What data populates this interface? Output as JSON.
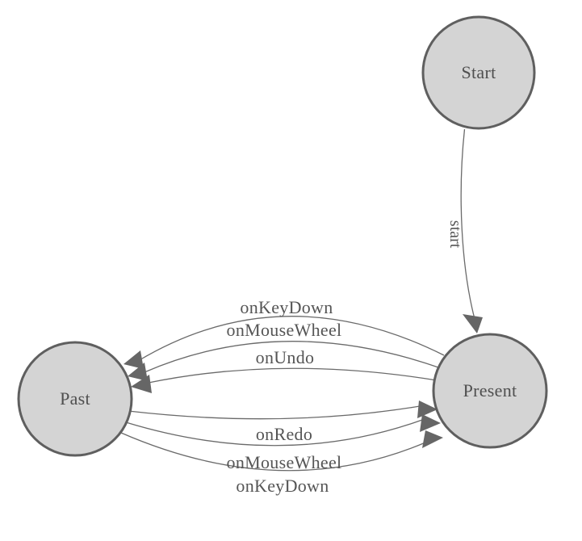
{
  "diagram": {
    "type": "state-machine",
    "background_color": "#ffffff",
    "colors": {
      "node_fill": "#d4d4d4",
      "node_border": "#5f5f5f",
      "edge_stroke": "#6a6a6a",
      "arrowhead_fill": "#666666",
      "label_text": "#555555"
    },
    "nodes": [
      {
        "id": "start",
        "label": "Start"
      },
      {
        "id": "present",
        "label": "Present"
      },
      {
        "id": "past",
        "label": "Past"
      }
    ],
    "edges": [
      {
        "from": "Start",
        "to": "Present",
        "label": "start"
      },
      {
        "from": "Present",
        "to": "Past",
        "label": "onKeyDown"
      },
      {
        "from": "Present",
        "to": "Past",
        "label": "onMouseWheel"
      },
      {
        "from": "Present",
        "to": "Past",
        "label": "onUndo"
      },
      {
        "from": "Past",
        "to": "Present",
        "label": "onRedo"
      },
      {
        "from": "Past",
        "to": "Present",
        "label": "onMouseWheel"
      },
      {
        "from": "Past",
        "to": "Present",
        "label": "onKeyDown"
      }
    ]
  }
}
